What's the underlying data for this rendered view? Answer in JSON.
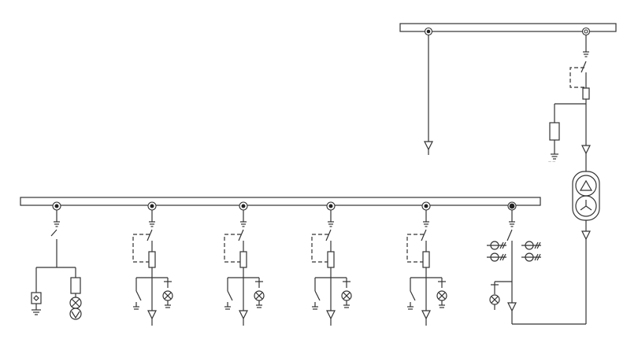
{
  "diagram": {
    "kind": "single-line electrical switchgear schematic",
    "upper_bus": {
      "feeders": 2
    },
    "lower_bus": {
      "feeders": 6
    },
    "small_label": "— —"
  }
}
